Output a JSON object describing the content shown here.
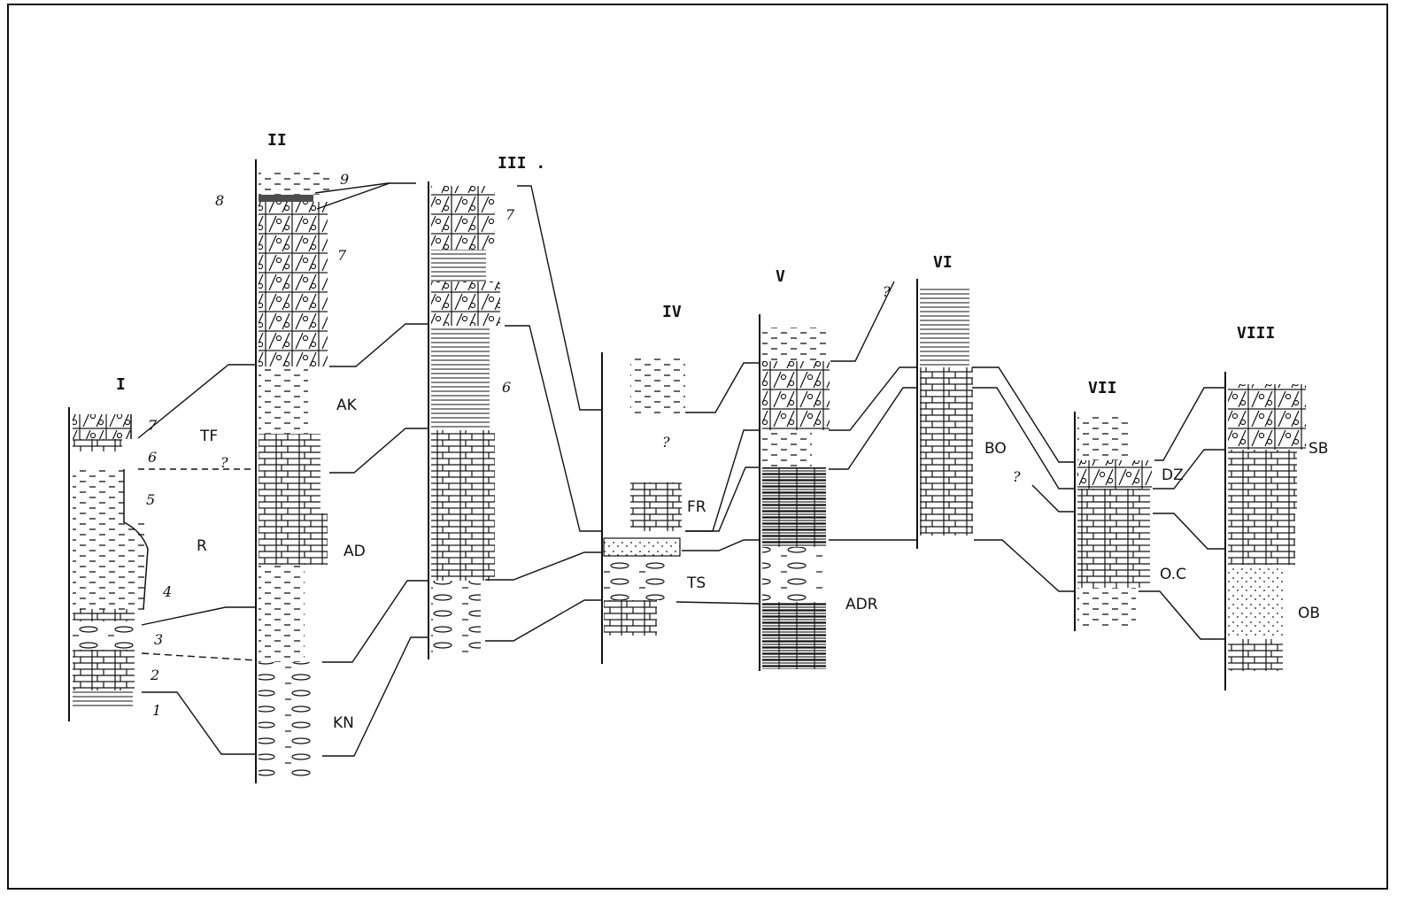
{
  "columns": [
    {
      "id": "I",
      "label": "I",
      "units": [
        "7",
        "6",
        "5",
        "4",
        "3",
        "2",
        "1"
      ]
    },
    {
      "id": "II",
      "label": "II",
      "units": [
        "9",
        "8",
        "7"
      ]
    },
    {
      "id": "III",
      "label": "III .",
      "units": [
        "7",
        "6"
      ]
    },
    {
      "id": "IV",
      "label": "IV"
    },
    {
      "id": "V",
      "label": "V"
    },
    {
      "id": "VI",
      "label": "VI"
    },
    {
      "id": "VII",
      "label": "VII"
    },
    {
      "id": "VIII",
      "label": "VIII"
    }
  ],
  "formations": {
    "tf": "TF",
    "r": "R",
    "ak": "AK",
    "ad": "AD",
    "kn": "KN",
    "fr": "FR",
    "ts": "TS",
    "adr": "ADR",
    "bo": "BO",
    "dz": "DZ",
    "oc": "O.C",
    "sb": "SB",
    "ob": "OB"
  },
  "queries": {
    "q1": "?",
    "q2": "?",
    "q3": "?",
    "q4": "?"
  },
  "lithology_patterns": [
    "dolomite-with-ooids",
    "shale-dashes",
    "limestone-bricks",
    "sandstone-dots",
    "nodular-lenses",
    "laminated-marl"
  ]
}
